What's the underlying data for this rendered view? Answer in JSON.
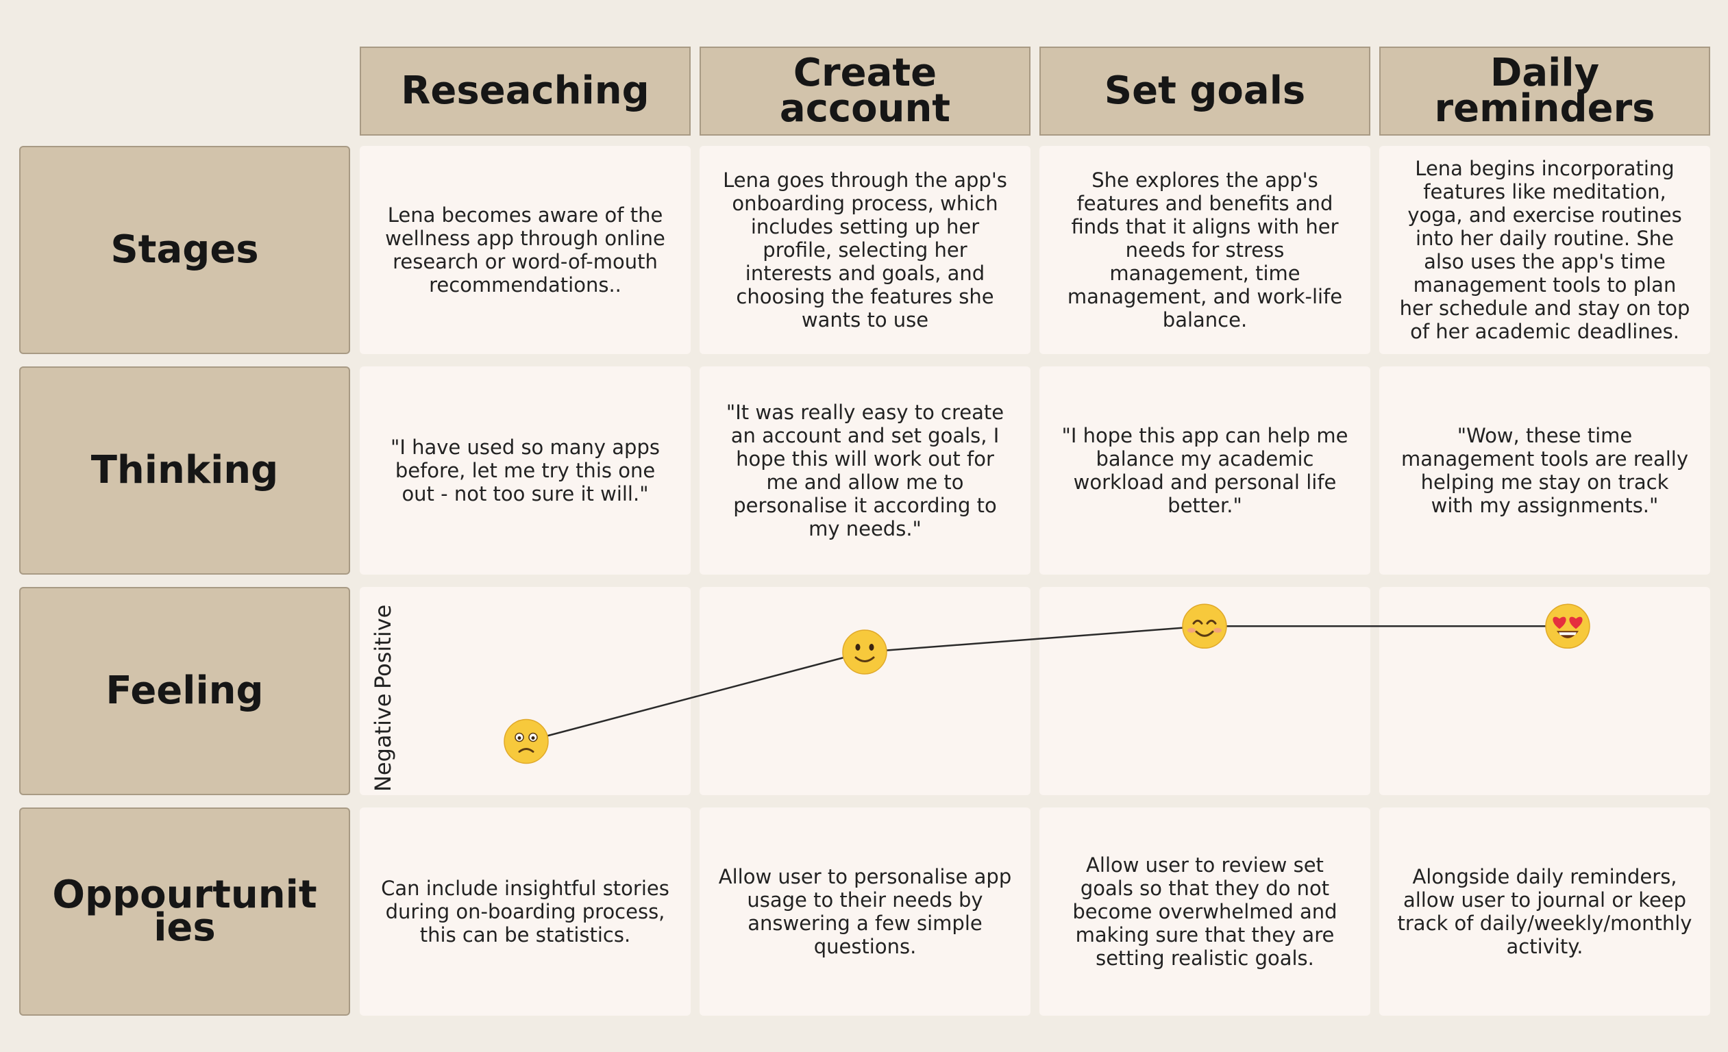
{
  "columns": [
    {
      "label": "Reseaching"
    },
    {
      "label": "Create account"
    },
    {
      "label": "Set goals"
    },
    {
      "label": "Daily reminders"
    }
  ],
  "rows": {
    "stages": {
      "label": "Stages",
      "cells": [
        "Lena becomes aware of the wellness app through online research or word-of-mouth recommendations..",
        "Lena goes through the app's onboarding process, which includes setting up her profile, selecting her interests and goals, and choosing the features she wants to use",
        "She explores the app's features and benefits and finds that it aligns with her needs for stress management, time management, and work-life balance.",
        "Lena begins incorporating features like meditation, yoga, and exercise routines into her daily routine. She also uses the app's time management tools to plan her schedule and stay on top of her academic deadlines."
      ]
    },
    "thinking": {
      "label": "Thinking",
      "cells": [
        "\"I have used so many apps before, let me try this one out - not too sure it will.\"",
        "\"It was really easy to create an account and set goals, I hope this will work out for me and allow me to personalise it according to my needs.\"",
        "\"I hope this app can help me balance my academic workload and personal life better.\"",
        "\"Wow, these time management tools are really helping me stay on track with my assignments.\""
      ]
    },
    "feeling": {
      "label": "Feeling",
      "axis_positive": "Positive",
      "axis_negative": "Negative"
    },
    "opportunities": {
      "label": "Oppourtunities",
      "cells": [
        "Can include insightful stories during on-boarding process, this can be statistics.",
        "Allow user to personalise app usage to their needs by answering a few simple questions.",
        "Allow user to review set goals so that they do not become overwhelmed and making sure that they are setting realistic goals.",
        "Alongside daily reminders, allow user to journal or keep track of daily/weekly/monthly activity."
      ]
    }
  },
  "chart_data": {
    "type": "line",
    "categories": [
      "Reseaching",
      "Create account",
      "Set goals",
      "Daily reminders"
    ],
    "series": [
      {
        "values": [
          0.25,
          0.7,
          0.83,
          0.83
        ],
        "markers": [
          "worried-face-icon",
          "slightly-smiling-face-icon",
          "smiling-face-icon",
          "heart-eyes-face-icon"
        ]
      }
    ],
    "ylim": [
      0,
      1
    ]
  },
  "colors": {
    "header_fill": "#d2c3ab",
    "cell_fill": "#fbf5f1",
    "background": "#f1ece4",
    "emoji_yellow": "#f7c93c",
    "heart": "#e5303e"
  }
}
